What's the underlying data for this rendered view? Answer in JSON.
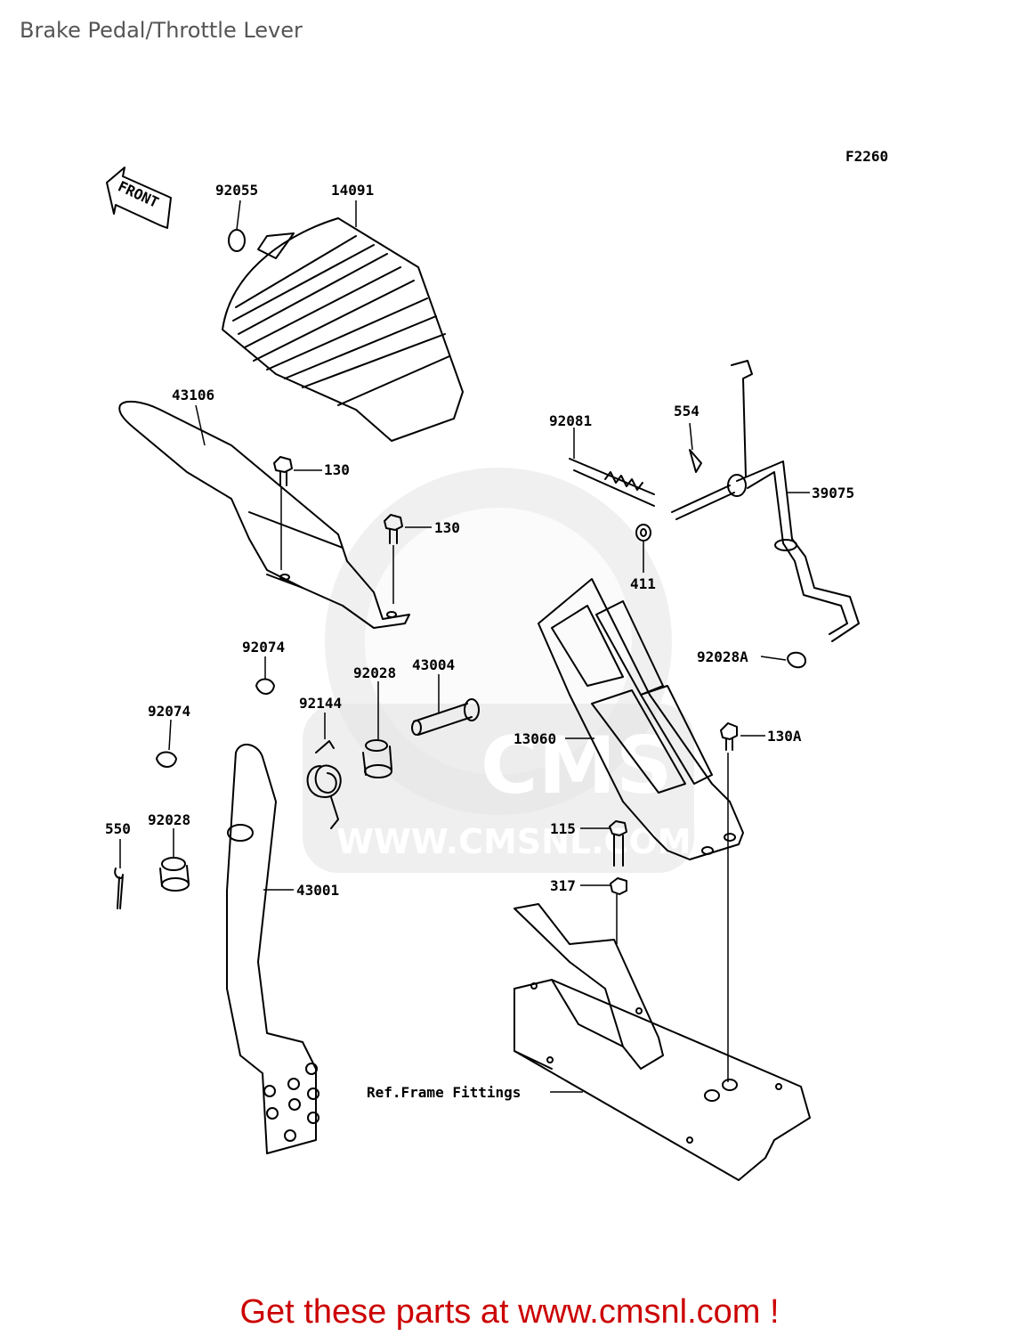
{
  "page": {
    "title": "Brake Pedal/Throttle Lever"
  },
  "diagram": {
    "figure_code": "F2260",
    "front_label": "FRONT",
    "watermark": "WWW.CMSNL.COM",
    "watermark_logo": "CMS",
    "labels": {
      "p92055": "92055",
      "p14091": "14091",
      "p43106": "43106",
      "p130a": "130",
      "p130b": "130",
      "p92081": "92081",
      "p554": "554",
      "p39075": "39075",
      "p411": "411",
      "p92028A": "92028A",
      "p130A": "130A",
      "p92074a": "92074",
      "p43004": "43004",
      "p92144": "92144",
      "p92028a": "92028",
      "p92074b": "92074",
      "p13060": "13060",
      "p550": "550",
      "p92028b": "92028",
      "p115": "115",
      "p43001": "43001",
      "p317": "317",
      "ref_frame": "Ref.Frame Fittings"
    }
  },
  "footer": {
    "text": "Get these parts at www.cmsnl.com !"
  }
}
